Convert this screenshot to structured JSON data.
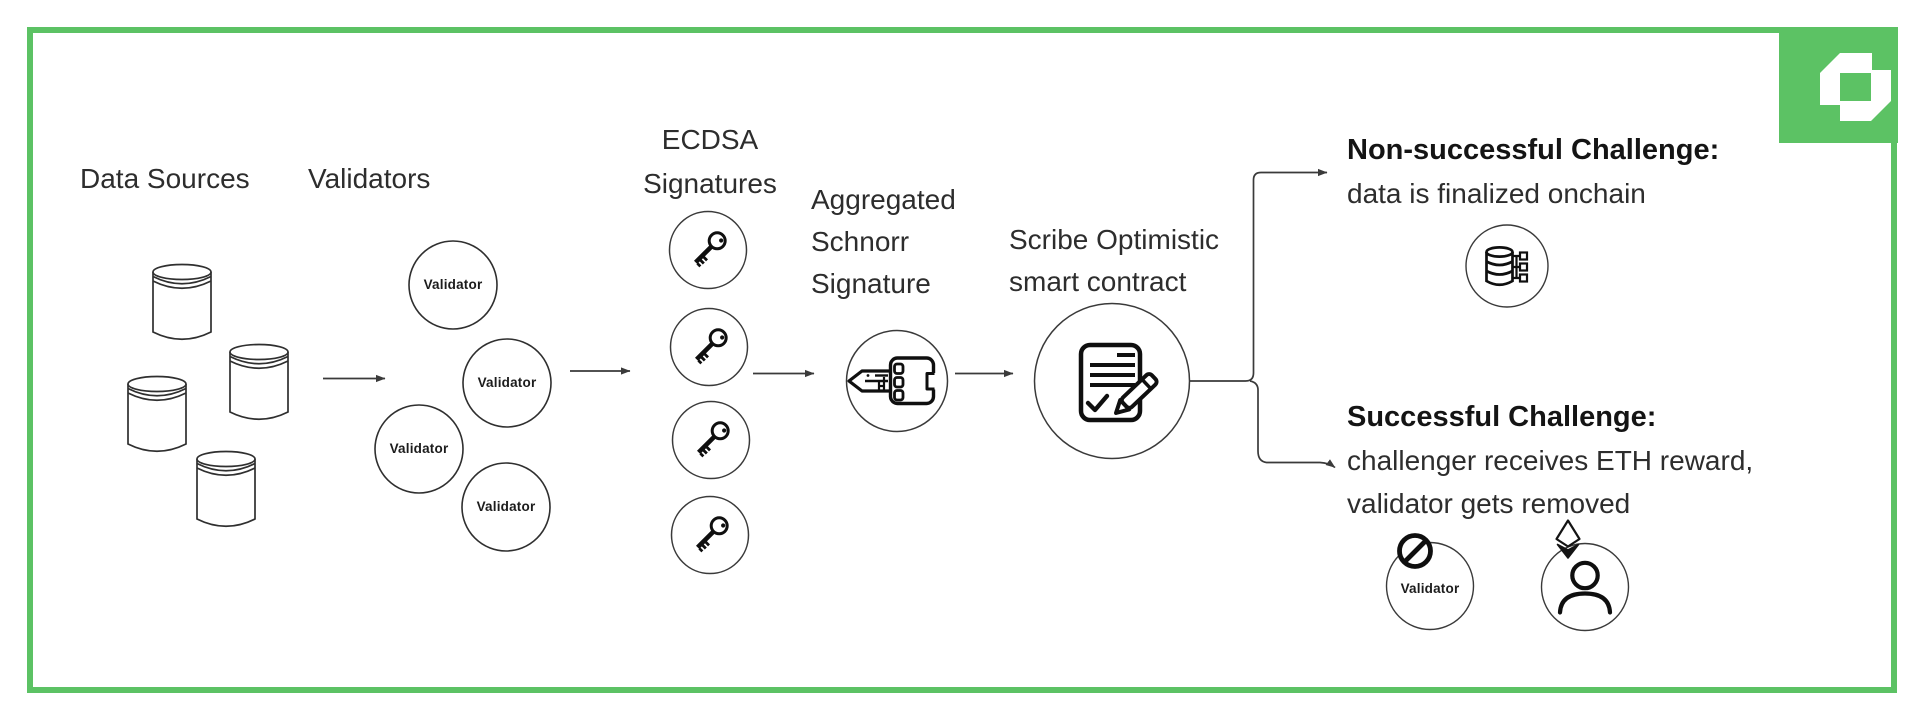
{
  "brand": {
    "logo_icon": "chronicle-logo",
    "accent_green": "#5CC264",
    "ink_color": "#2D2D2D"
  },
  "diagram": {
    "stages": {
      "data_sources": {
        "label": "Data Sources",
        "icon": "database-cylinder-icon",
        "count": 4
      },
      "validators": {
        "label": "Validators",
        "nodes": [
          {
            "label": "Validator"
          },
          {
            "label": "Validator"
          },
          {
            "label": "Validator"
          },
          {
            "label": "Validator"
          }
        ]
      },
      "ecdsa_signatures": {
        "label_lines": [
          "ECDSA",
          "Signatures"
        ],
        "icon": "key-icon",
        "count": 4
      },
      "aggregated_schnorr": {
        "label_lines": [
          "Aggregated",
          "Schnorr",
          "Signature"
        ],
        "icon": "key-fob-icon"
      },
      "scribe_contract": {
        "label_lines": [
          "Scribe Optimistic",
          "smart contract"
        ],
        "icon": "signed-document-icon"
      }
    },
    "outcomes": {
      "non_successful": {
        "title": "Non-successful Challenge:",
        "description": "data is finalized onchain",
        "icon": "database-network-icon"
      },
      "successful": {
        "title": "Successful Challenge:",
        "description_lines": [
          "challenger receives ETH reward,",
          "validator gets removed"
        ],
        "banned_validator_label": "Validator",
        "icons": [
          "ban-icon",
          "ethereum-icon",
          "person-icon"
        ]
      }
    }
  }
}
